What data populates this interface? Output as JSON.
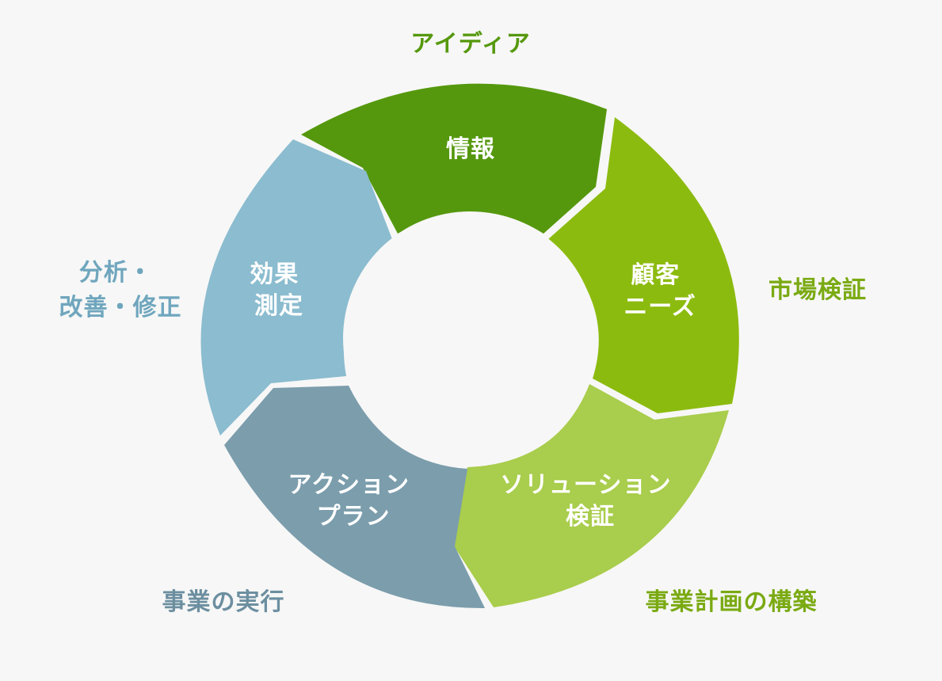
{
  "diagram": {
    "segments": [
      {
        "id": "info",
        "color": "#55980d",
        "lines": [
          "情報"
        ]
      },
      {
        "id": "needs",
        "color": "#8cbb0f",
        "lines": [
          "顧客",
          "ニーズ"
        ]
      },
      {
        "id": "solution",
        "color": "#a9cd4c",
        "lines": [
          "ソリューション",
          "検証"
        ]
      },
      {
        "id": "action",
        "color": "#7b9dac",
        "lines": [
          "アクション",
          "プラン"
        ]
      },
      {
        "id": "measure",
        "color": "#8bbccf",
        "lines": [
          "効果",
          "測定"
        ]
      }
    ],
    "outer_labels": [
      {
        "id": "idea",
        "color": "#55980d",
        "lines": [
          "アイディア"
        ]
      },
      {
        "id": "market",
        "color": "#7aaa12",
        "lines": [
          "市場検証"
        ]
      },
      {
        "id": "plan",
        "color": "#7aaa12",
        "lines": [
          "事業計画の構築"
        ]
      },
      {
        "id": "execute",
        "color": "#6c8fa0",
        "lines": [
          "事業の実行"
        ]
      },
      {
        "id": "analyze",
        "color": "#6fa6bd",
        "lines": [
          "分析・",
          "改善・修正"
        ]
      }
    ]
  }
}
